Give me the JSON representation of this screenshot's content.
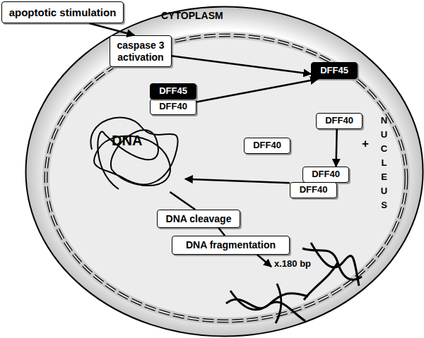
{
  "diagram": {
    "nodes": [
      {
        "text": [
          "CYTOPLASM"
        ]
      },
      {
        "text": [
          "apoptotic stimulation"
        ]
      },
      {
        "text": [
          "caspase 3 activation"
        ],
        "in": 0
      },
      {
        "text": [
          "NUCLEUS"
        ],
        "in": 0
      },
      {
        "text": [
          "DFF45"
        ],
        "in": 3
      },
      {
        "text": [
          "DFF40"
        ],
        "in": 3
      },
      {
        "text": [
          "DFF45"
        ],
        "in": 3
      },
      {
        "text": [
          "DFF40"
        ],
        "in": 3
      },
      {
        "text": [
          "DFF40"
        ],
        "in": 3
      },
      {
        "text": [
          "DFF40"
        ],
        "in": 3
      },
      {
        "text": [
          "DFF40"
        ],
        "in": 3
      },
      {
        "text": [
          "DNA"
        ],
        "in": 3
      },
      {
        "text": [
          "DNA cleavage"
        ],
        "in": 3
      },
      {
        "text": [
          "DNA fragmentation"
        ],
        "in": 3
      }
    ],
    "edges": [
      {
        "from": 1,
        "to": 2,
        "arrow": "to"
      },
      {
        "from": 2,
        "to": 6,
        "arrow": "to"
      },
      {
        "from": 5,
        "to": 6,
        "arrow": "to"
      },
      {
        "from": 7,
        "to": 9,
        "arrow": "to"
      },
      {
        "from": 10,
        "to": 11,
        "arrow": "to"
      },
      {
        "from": 11,
        "to": 12,
        "arrow": "none"
      },
      {
        "from": 12,
        "to": 13,
        "arrow": "none"
      }
    ],
    "labels": [
      "+",
      "x.180 bp"
    ]
  }
}
